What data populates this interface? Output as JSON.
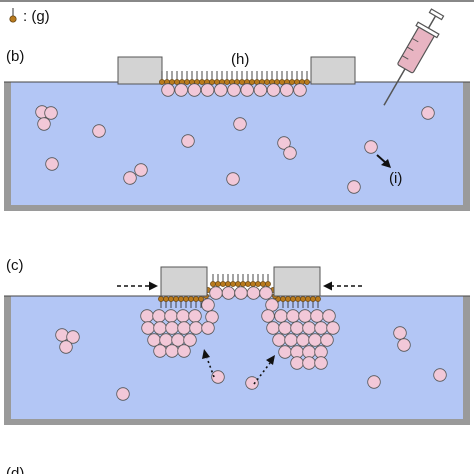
{
  "legend": {
    "symbol_label": ": (g)"
  },
  "panels": {
    "b": {
      "label": "(b)",
      "monolayer_label": "(h)",
      "flow_label": "(i)"
    },
    "c": {
      "label": "(c)"
    },
    "d": {
      "label": "(d)"
    }
  },
  "colors": {
    "water": "#b3c6f5",
    "tank_wall": "#9a9a9a",
    "barrier": "#d3d3d3",
    "particle": "#f2c8d8",
    "particle_stroke": "#555555",
    "surfactant_head": "#b87a1e",
    "syringe": "#e8b4c2"
  },
  "icons": {
    "surfactant": "surfactant-molecule-icon",
    "syringe": "syringe-icon"
  }
}
